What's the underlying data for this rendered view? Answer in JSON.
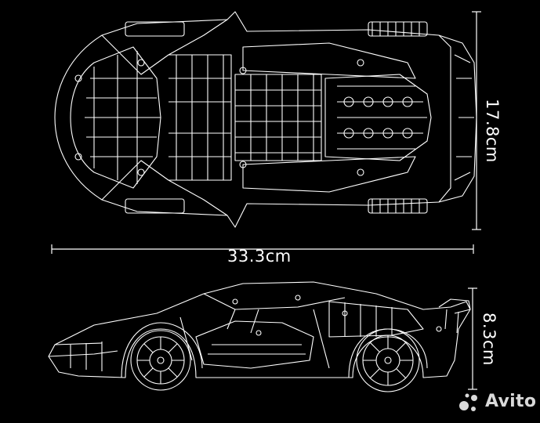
{
  "dimensions": {
    "length": "33.3cm",
    "width": "17.8cm",
    "height": "8.3cm"
  },
  "watermark": {
    "text": "Avito"
  },
  "colors": {
    "background": "#000000",
    "line": "#ffffff",
    "watermark": "#d9d9d9"
  }
}
